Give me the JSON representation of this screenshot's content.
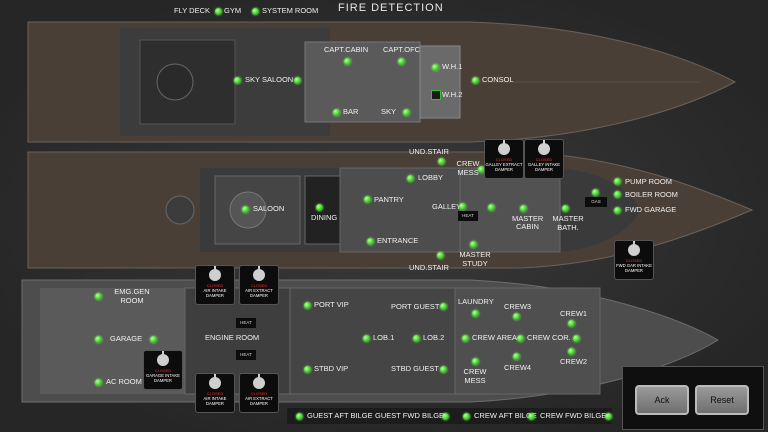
{
  "header": {
    "title": "FIRE DETECTION",
    "fly_deck_label": "FLY DECK",
    "gym_label": "GYM",
    "system_room_label": "SYSTEM ROOM"
  },
  "top_deck": {
    "capt_cabin": "CAPT.CABIN",
    "capt_ofc": "CAPT.OFC",
    "sky_saloon": "SKY SALOON",
    "wh1": "W.H.1",
    "wh2": "W.H.2",
    "consol": "CONSOL",
    "bar": "BAR",
    "sky": "SKY"
  },
  "main_deck": {
    "und_stair_top": "UND.STAIR",
    "crew_mess": "CREW MESS",
    "lobby": "LOBBY",
    "saloon": "SALOON",
    "dining": "DINING",
    "pantry": "PANTRY",
    "galley": "GALLEY",
    "heat": "HEAT",
    "master_cabin": "MASTER CABIN",
    "master_bath": "MASTER BATH.",
    "entrance": "ENTRANCE",
    "und_stair_bottom": "UND.STAIR",
    "master_study": "MASTER STUDY",
    "pump_room": "PUMP ROOM",
    "boiler_room": "BOILER ROOM",
    "gas": "GAS",
    "fwd_garage": "FWD GARAGE",
    "galley_extract_damper": "GALLEY EXTRACT DAMPER",
    "galley_intake_damper": "GALLEY INTAKE DAMPER",
    "fwd_gar_intake_damper": "FWD GAR INTAKE DAMPER",
    "damper_status": "CLOSED"
  },
  "lower_deck": {
    "emg_gen_room": "EMG.GEN ROOM",
    "garage": "GARAGE",
    "ac_room": "AC ROOM",
    "engine_room": "ENGINE ROOM",
    "heat": "HEAT",
    "port_vip": "PORT VIP",
    "stbd_vip": "STBD VIP",
    "port_guest": "PORT GUEST",
    "stbd_guest": "STBD GUEST",
    "lob1": "LOB.1",
    "lob2": "LOB.2",
    "laundry": "LAUNDRY",
    "crew_area": "CREW AREA",
    "crew_cor": "CREW COR.",
    "crew_mess": "CREW MESS",
    "crew1": "CREW1",
    "crew2": "CREW2",
    "crew3": "CREW3",
    "crew4": "CREW4",
    "air_intake_damper": "AIR INTAKE DAMPER",
    "air_extract_damper": "AIR EXTRACT DAMPER",
    "garage_intake_damper": "GARAGE INTAKE DAMPER"
  },
  "legend": {
    "guest_aft_bilge": "GUEST AFT BILGE",
    "guest_fwd_bilge": "GUEST FWD BILGE",
    "crew_aft_bilge": "CREW AFT BILGE",
    "crew_fwd_bilge": "CREW FWD BILGE"
  },
  "controls": {
    "ack_label": "Ack",
    "reset_label": "Reset"
  },
  "colors": {
    "sensor_ok": "#3fd12a",
    "damper_closed": "#e33333"
  }
}
